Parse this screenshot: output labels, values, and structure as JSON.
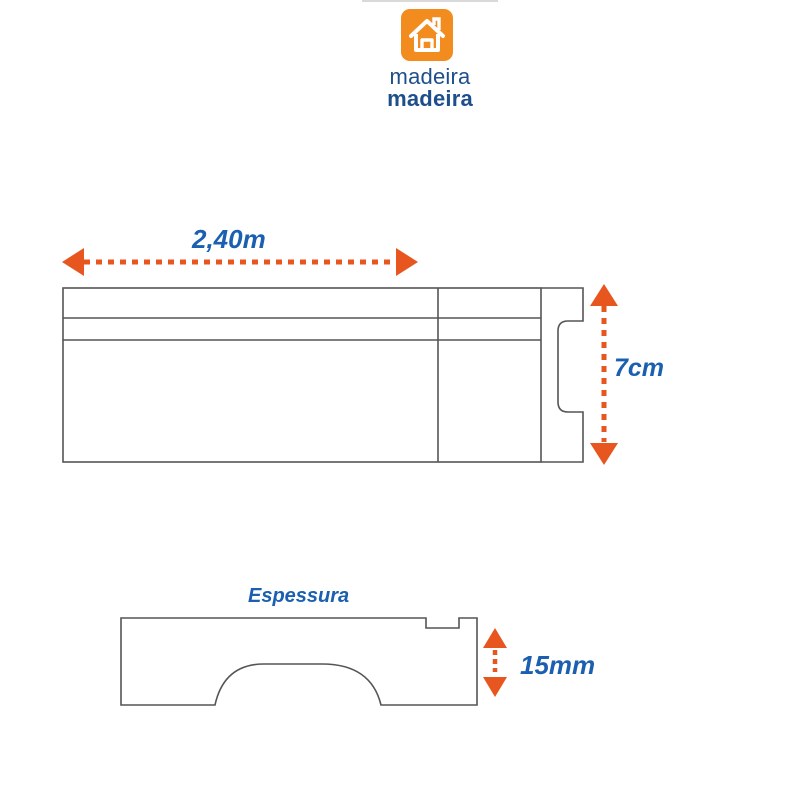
{
  "brand": {
    "line1": "madeira",
    "line2": "madeira",
    "icon": "house-icon",
    "accent_color": "#f28c1e",
    "text_color": "#1e4f8c"
  },
  "diagram": {
    "length_label": "2,40m",
    "height_label": "7cm",
    "section_title": "Espessura",
    "thickness_label": "15mm",
    "arrow_color": "#e8561f",
    "label_color": "#1b5fb0",
    "outline_color": "#555555"
  }
}
